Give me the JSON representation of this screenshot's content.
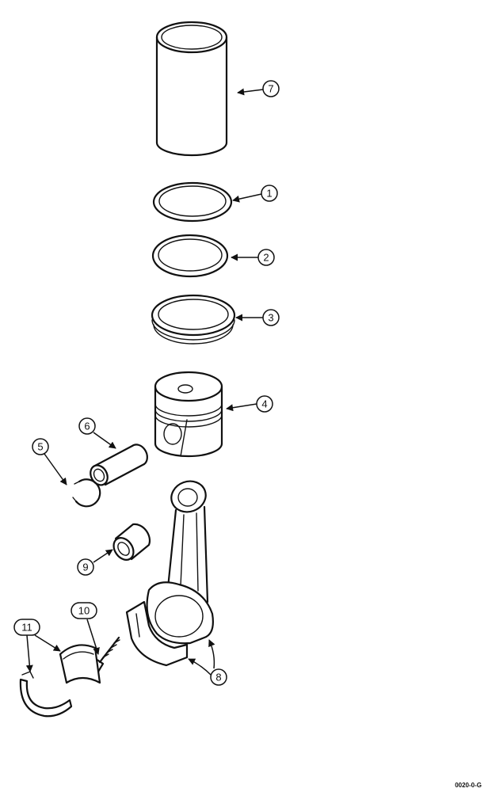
{
  "callouts": [
    {
      "label": "7"
    },
    {
      "label": "1"
    },
    {
      "label": "2"
    },
    {
      "label": "3"
    },
    {
      "label": "4"
    },
    {
      "label": "6"
    },
    {
      "label": "5"
    },
    {
      "label": "9"
    },
    {
      "label": "10"
    },
    {
      "label": "11"
    },
    {
      "label": "8"
    }
  ],
  "figure_code": "0020-0-G"
}
